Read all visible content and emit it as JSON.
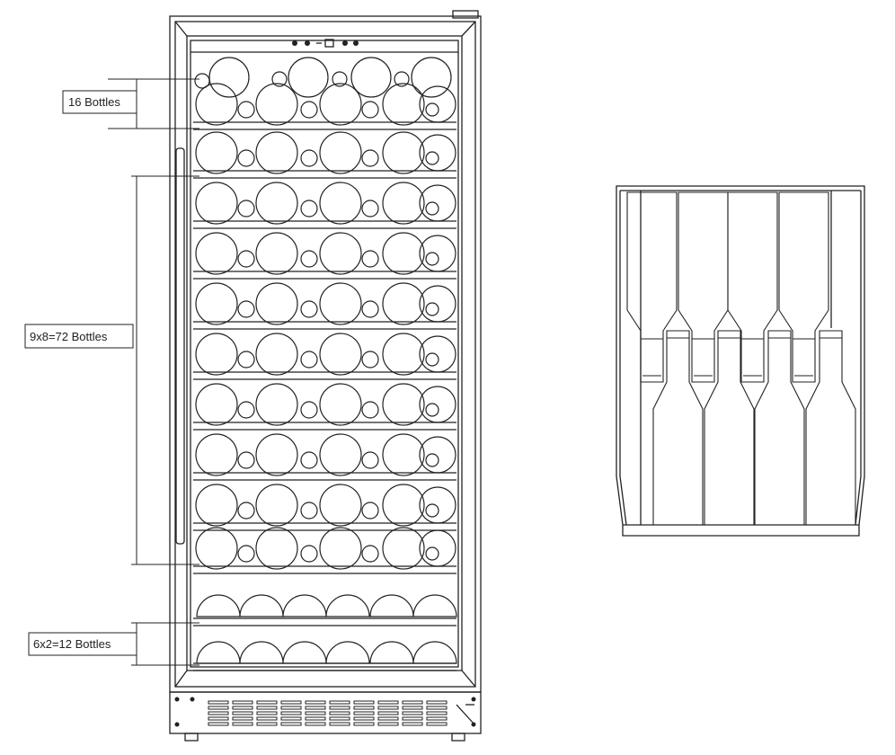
{
  "labels": {
    "top": "16 Bottles",
    "middle": "9x8=72 Bottles",
    "bottom": "6x2=12 Bottles"
  },
  "diagram": {
    "views": [
      "front-view-cabinet",
      "side-view-shelf-section"
    ],
    "shelves": {
      "top_mixed": 1,
      "standard": 9,
      "bottom_flat": 2
    }
  },
  "colors": {
    "line": "#222222",
    "background": "#ffffff"
  }
}
